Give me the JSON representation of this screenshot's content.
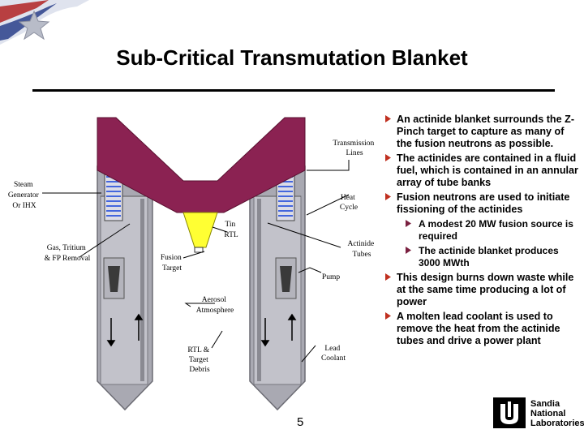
{
  "slide": {
    "title": "Sub-Critical Transmutation Blanket",
    "page_number": "5"
  },
  "diagram_labels": {
    "steam_generator": [
      "Steam",
      "Generator",
      "Or IHX"
    ],
    "transmission_lines": [
      "Transmission",
      "Lines"
    ],
    "heat_cycle": [
      "Heat",
      "Cycle"
    ],
    "tin_rtl": [
      "Tin",
      "RTL"
    ],
    "gas_removal": [
      "Gas, Tritium",
      "& FP Removal"
    ],
    "actinide_tubes": [
      "Actinide",
      "Tubes"
    ],
    "fusion_target": [
      "Fusion",
      "Target"
    ],
    "pump": [
      "Pump"
    ],
    "aerosol": [
      "Aerosol",
      "Atmosphere"
    ],
    "rtl_debris": [
      "RTL &",
      "Target",
      "Debris"
    ],
    "lead_coolant": [
      "Lead",
      "Coolant"
    ]
  },
  "bullets": [
    "An actinide blanket surrounds the Z-Pinch target to capture as many of the fusion neutrons as possible.",
    "The actinides are contained in a fluid fuel, which is contained in an annular array of tube banks",
    "Fusion neutrons are used to initiate fissioning of the actinides"
  ],
  "sub_bullets": [
    "A modest 20 MW fusion source is required",
    "The actinide blanket produces 3000 MWth"
  ],
  "bullets_after": [
    "This design burns down waste while at the same time producing a lot of power",
    "A molten lead coolant is used to remove the heat from the actinide tubes and drive a power plant"
  ],
  "logo": {
    "lines": [
      "Sandia",
      "National",
      "Laboratories"
    ]
  },
  "colors": {
    "vessel_gray": "#a9a9b2",
    "vessel_dark": "#7f7f88",
    "transmission_maroon": "#8b2252",
    "tin_yellow": "#ffff33",
    "tube_blue": "#4466dd",
    "bullet_mark": "#c03020"
  }
}
